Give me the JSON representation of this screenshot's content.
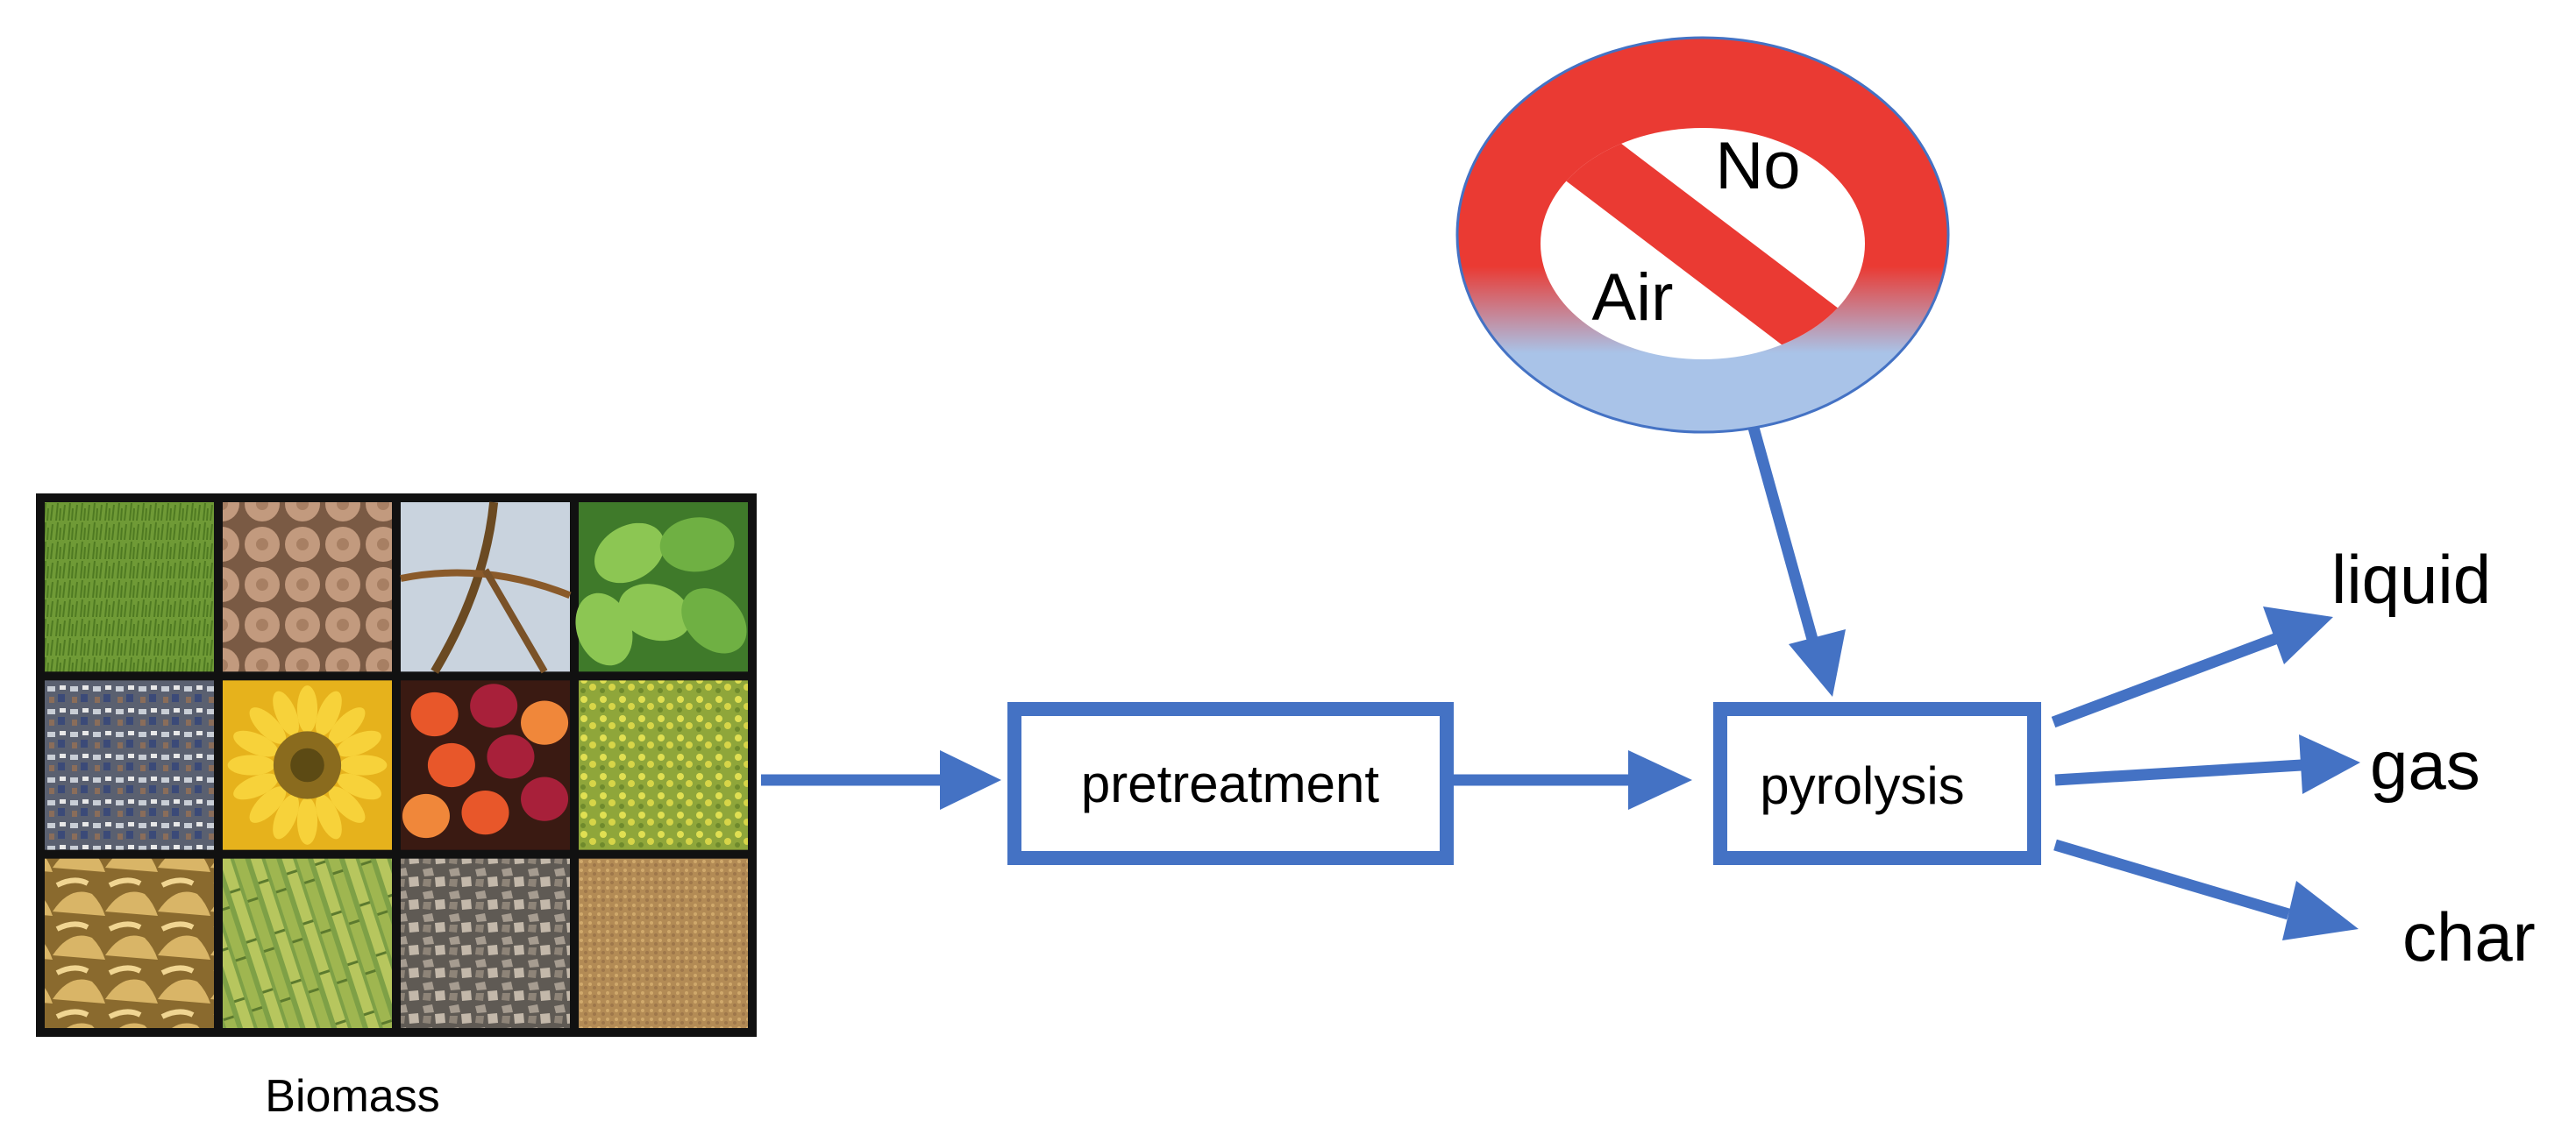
{
  "diagram": {
    "biomass_label": "Biomass",
    "steps": [
      {
        "label": "pretreatment"
      },
      {
        "label": "pyrolysis"
      }
    ],
    "condition": {
      "word1": "No",
      "word2": "Air"
    },
    "outputs": [
      {
        "label": "liquid"
      },
      {
        "label": "gas"
      },
      {
        "label": "char"
      }
    ],
    "biomass_tiles": [
      {
        "name": "tile-grass",
        "kind": "grass"
      },
      {
        "name": "tile-wood-logs",
        "kind": "logs"
      },
      {
        "name": "tile-bamboo-stalk",
        "kind": "stalk"
      },
      {
        "name": "tile-green-leaves",
        "kind": "leaves"
      },
      {
        "name": "tile-mixed-waste",
        "kind": "waste"
      },
      {
        "name": "tile-sunflower",
        "kind": "sunflower"
      },
      {
        "name": "tile-palm-fruit",
        "kind": "fruit"
      },
      {
        "name": "tile-yellow-flowers",
        "kind": "flowers"
      },
      {
        "name": "tile-corn-husk",
        "kind": "husk"
      },
      {
        "name": "tile-sugarcane",
        "kind": "cane"
      },
      {
        "name": "tile-wood-chips",
        "kind": "chips"
      },
      {
        "name": "tile-grain",
        "kind": "grain"
      }
    ],
    "colors": {
      "arrow": "#4472C4",
      "box_border": "#4472C4",
      "sign_red": "#EA3A33",
      "sign_blue": "#A9C3E8",
      "text": "#000000"
    }
  }
}
